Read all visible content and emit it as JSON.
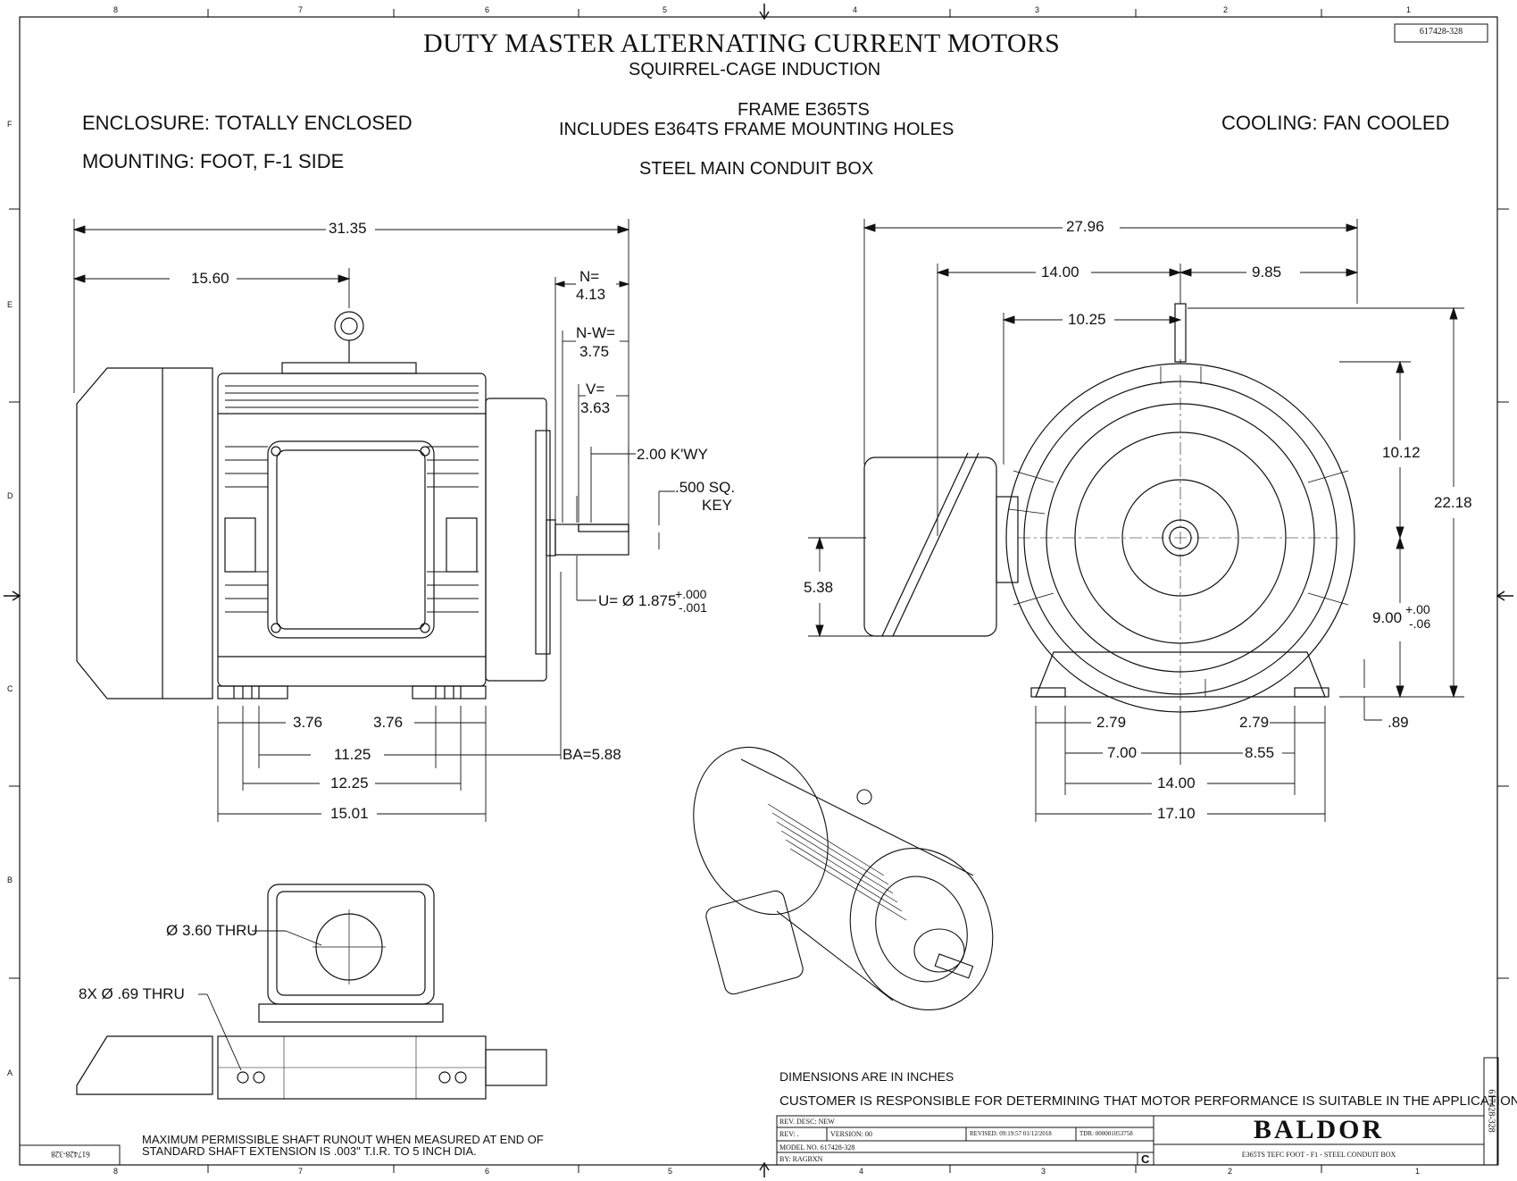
{
  "title": "DUTY MASTER ALTERNATING CURRENT MOTORS",
  "subtitle": "SQUIRREL-CAGE INDUCTION",
  "doc_number": "617428-328",
  "enclosure": "ENCLOSURE: TOTALLY ENCLOSED",
  "mounting": "MOUNTING: FOOT, F-1 SIDE",
  "frame": "FRAME E365TS",
  "frame_note": "INCLUDES E364TS FRAME MOUNTING HOLES",
  "conduit": "STEEL MAIN CONDUIT BOX",
  "cooling": "COOLING: FAN COOLED",
  "zones_top": [
    "8",
    "7",
    "6",
    "5",
    "4",
    "3",
    "2",
    "1"
  ],
  "zones_side": [
    "F",
    "E",
    "D",
    "C",
    "B",
    "A"
  ],
  "side_view": {
    "overall": "31.35",
    "to_lift": "15.60",
    "n_label": "N=",
    "n_value": "4.13",
    "nw_label": "N-W=",
    "nw_value": "3.75",
    "v_label": "V=",
    "v_value": "3.63",
    "keyway": "2.00 K'WY",
    "key_line1": ".500 SQ.",
    "key_line2": "KEY",
    "u_label": "U= Ø 1.875",
    "u_plus": "+.000",
    "u_minus": "-.001",
    "foot_a": "3.76",
    "foot_b": "3.76",
    "d_1125": "11.25",
    "d_1225": "12.25",
    "d_1501": "15.01",
    "ba": "BA=5.88"
  },
  "end_view": {
    "overall": "27.96",
    "left": "14.00",
    "right": "9.85",
    "box": "10.25",
    "top": "10.12",
    "height": "22.18",
    "box_h": "5.38",
    "shaft_h": "9.00",
    "shaft_plus": "+.00",
    "shaft_minus": "-.06",
    "foot_l": "2.79",
    "foot_r": "2.79",
    "base_l": "7.00",
    "base_r": "8.55",
    "base_w": "14.00",
    "base_total": "17.10",
    "foot_t": ".89"
  },
  "bottom_view": {
    "thru": "Ø 3.60 THRU",
    "holes": "8X  Ø  .69 THRU"
  },
  "runout_note_line1": "MAXIMUM PERMISSIBLE SHAFT RUNOUT WHEN MEASURED AT END OF",
  "runout_note_line2": "STANDARD SHAFT EXTENSION IS .003\" T.I.R. TO 5 INCH DIA.",
  "notes": {
    "units": "DIMENSIONS ARE IN INCHES",
    "customer": "CUSTOMER IS RESPONSIBLE FOR DETERMINING THAT MOTOR PERFORMANCE IS SUITABLE IN THE APPLICATION."
  },
  "title_block": {
    "rev_desc": "REV. DESC: NEW",
    "rev": "REV: .",
    "version": "VERSION:  00",
    "revised": "REVISED: 09:19:57 01/12/2018",
    "tdr": "TDR: 000001053758",
    "model": "MODEL NO.  617428-328",
    "by": "BY: RAGBXN",
    "size": "C",
    "brand": "BALDOR",
    "description": "E365TS TEFC FOOT - F1 - STEEL CONDUIT BOX"
  }
}
